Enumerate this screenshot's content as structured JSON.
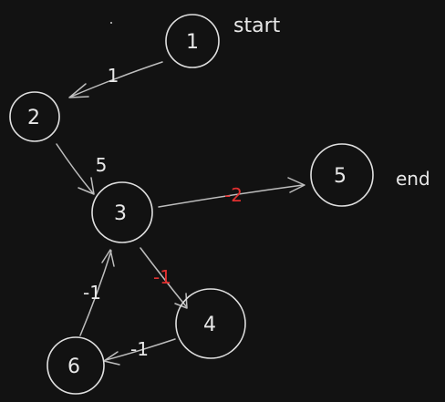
{
  "colors": {
    "background": "#121212",
    "stroke": "#e0e0e0",
    "text": "#e8e8e8",
    "negative_highlight": "#e03030"
  },
  "nodes": [
    {
      "id": "1",
      "label": "1"
    },
    {
      "id": "2",
      "label": "2"
    },
    {
      "id": "3",
      "label": "3"
    },
    {
      "id": "4",
      "label": "4"
    },
    {
      "id": "5",
      "label": "5"
    },
    {
      "id": "6",
      "label": "6"
    }
  ],
  "edges": [
    {
      "from": "1",
      "to": "2",
      "weight": "1",
      "highlight": false
    },
    {
      "from": "2",
      "to": "3",
      "weight": "5",
      "highlight": false
    },
    {
      "from": "3",
      "to": "5",
      "weight": "-2",
      "highlight": true
    },
    {
      "from": "3",
      "to": "4",
      "weight": "-1",
      "highlight": true
    },
    {
      "from": "4",
      "to": "6",
      "weight": "-1",
      "highlight": false
    },
    {
      "from": "6",
      "to": "3",
      "weight": "-1",
      "highlight": false
    }
  ],
  "annotations": {
    "start_label": "start",
    "end_label": "end"
  }
}
